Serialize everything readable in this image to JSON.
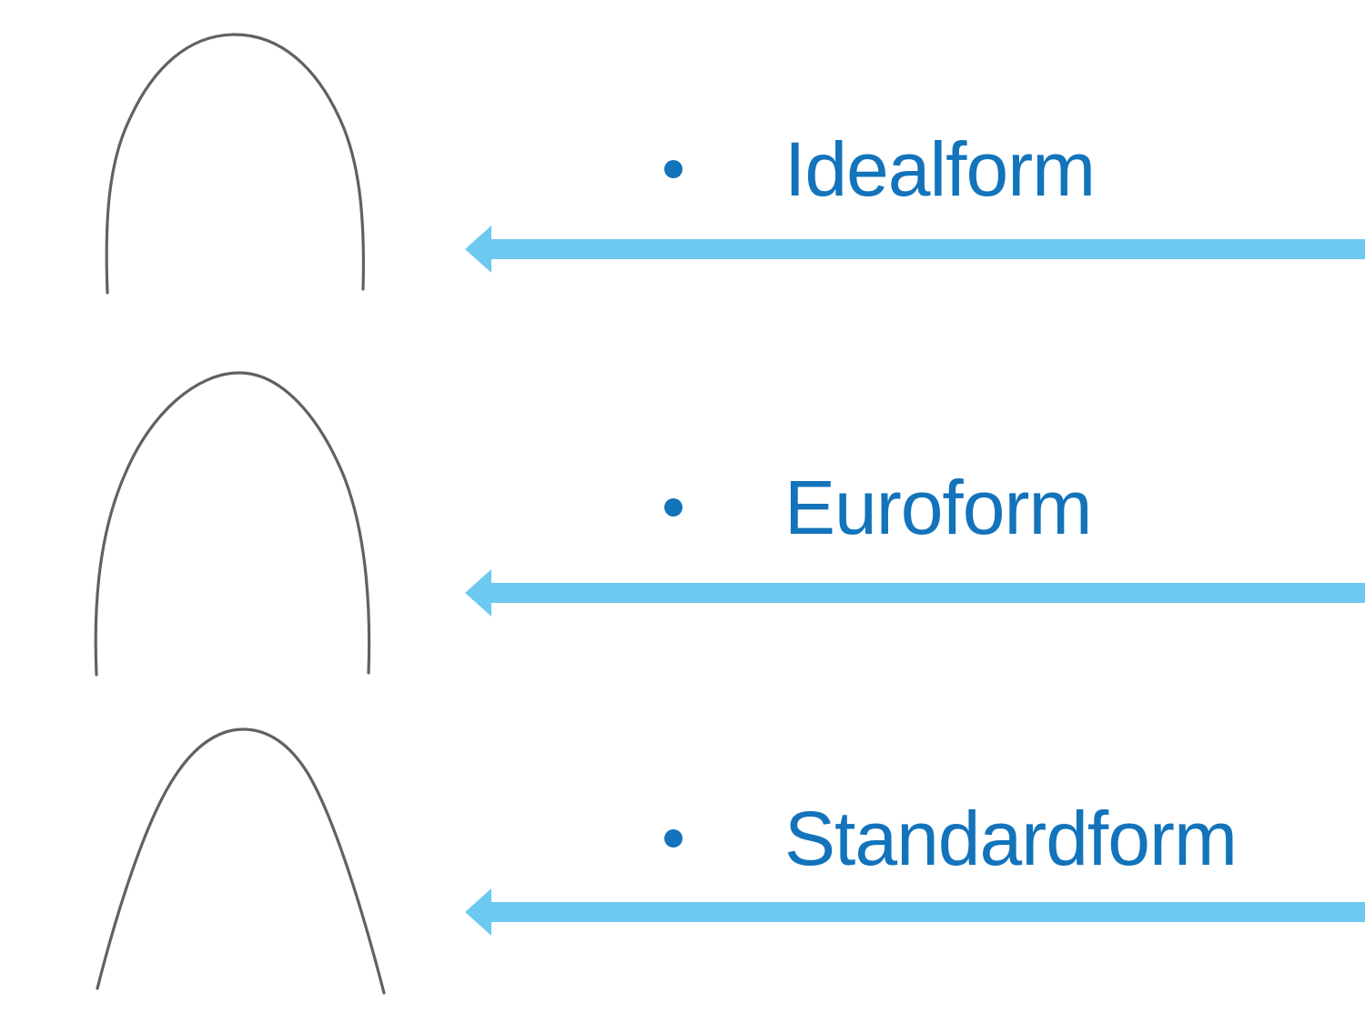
{
  "slide": {
    "background": "#FFFFFF",
    "items": [
      {
        "label": "Idealform",
        "arch": "idealform-archwire"
      },
      {
        "label": "Euroform",
        "arch": "euroform-archwire"
      },
      {
        "label": "Standardform",
        "arch": "standardform-archwire"
      }
    ]
  },
  "colors": {
    "label_text": "#1373BB",
    "bullet": "#1373BB",
    "arrow_fill": "#6EC9F0",
    "wire_stroke": "#606165"
  }
}
